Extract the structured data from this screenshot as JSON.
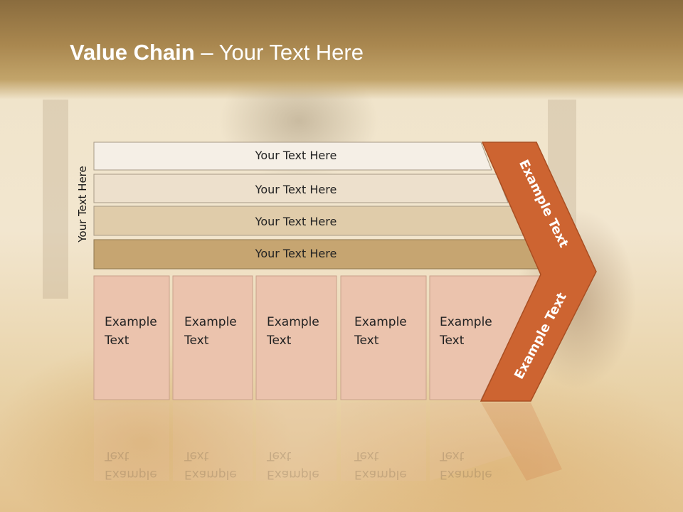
{
  "title": {
    "bold": "Value Chain",
    "rest": " – Your Text Here"
  },
  "side_label": "Your Text Here",
  "rows": [
    {
      "label": "Your Text Here",
      "color": "#f5efe6"
    },
    {
      "label": "Your Text Here",
      "color": "#ede0cc"
    },
    {
      "label": "Your Text Here",
      "color": "#e0ccaa"
    },
    {
      "label": "Your Text Here",
      "color": "#c6a571"
    }
  ],
  "boxes": [
    {
      "line1": "Example",
      "line2": "Text"
    },
    {
      "line1": "Example",
      "line2": "Text"
    },
    {
      "line1": "Example",
      "line2": "Text"
    },
    {
      "line1": "Example",
      "line2": "Text"
    },
    {
      "line1": "Example",
      "line2": "Text"
    }
  ],
  "arrow": {
    "top_text": "Example Text",
    "bottom_text": "Example Text"
  },
  "colors": {
    "box_fill": "#ebc3ad",
    "box_border": "#c9a08a",
    "arrow": "#cd6431",
    "arrow_border": "#a94e22"
  }
}
